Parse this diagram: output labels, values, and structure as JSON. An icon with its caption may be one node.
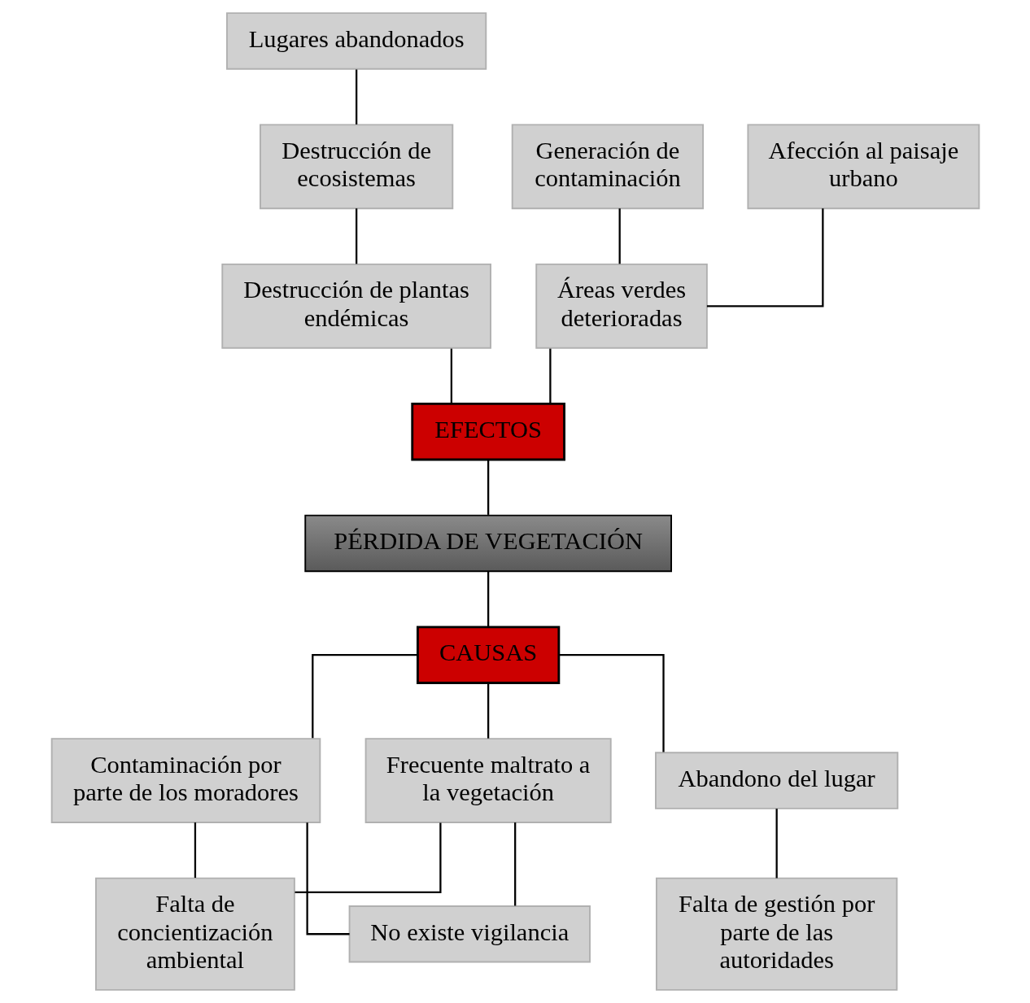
{
  "diagram": {
    "nodes": [
      {
        "text": [
          "Lugares abandonados"
        ]
      },
      {
        "text": [
          "Destrucción de ecosistemas"
        ]
      },
      {
        "text": [
          "Afección al paisaje urbano"
        ]
      },
      {
        "text": [
          "Generación de contaminación"
        ]
      },
      {
        "text": [
          "Destrucción de plantas endémicas"
        ]
      },
      {
        "text": [
          "Áreas verdes deterioradas"
        ]
      },
      {
        "text": [
          "EFECTOS"
        ]
      },
      {
        "text": [
          "PÉRDIDA DE VEGETACIÓN"
        ]
      },
      {
        "text": [
          "CAUSAS"
        ]
      },
      {
        "text": [
          "Frecuente maltrato a la vegetación"
        ]
      },
      {
        "text": [
          "Contaminación por parte de los moradores"
        ]
      },
      {
        "text": [
          "Abandono del lugar"
        ]
      },
      {
        "text": [
          "Falta de gestión por parte de las autoridades"
        ]
      },
      {
        "text": [
          "No existe vigilancia"
        ]
      },
      {
        "text": [
          "Falta de concientización ambiental"
        ]
      }
    ],
    "edges": [
      {
        "from": 0,
        "to": 1,
        "arrow": "none"
      },
      {
        "from": 1,
        "to": 4,
        "arrow": "none"
      },
      {
        "from": 2,
        "to": 5,
        "arrow": "none"
      },
      {
        "from": 3,
        "to": 5,
        "arrow": "none"
      },
      {
        "from": 4,
        "to": 6,
        "arrow": "none"
      },
      {
        "from": 5,
        "to": 6,
        "arrow": "none"
      },
      {
        "from": 6,
        "to": 7,
        "arrow": "none"
      },
      {
        "from": 7,
        "to": 8,
        "arrow": "none"
      },
      {
        "from": 8,
        "to": 9,
        "arrow": "none"
      },
      {
        "from": 8,
        "to": 10,
        "arrow": "none"
      },
      {
        "from": 8,
        "to": 11,
        "arrow": "none"
      },
      {
        "from": 11,
        "to": 12,
        "arrow": "none"
      },
      {
        "from": 9,
        "to": 13,
        "arrow": "none"
      },
      {
        "from": 9,
        "to": 14,
        "arrow": "none"
      },
      {
        "from": 10,
        "to": 13,
        "arrow": "none"
      },
      {
        "from": 10,
        "to": 14,
        "arrow": "none"
      }
    ]
  }
}
